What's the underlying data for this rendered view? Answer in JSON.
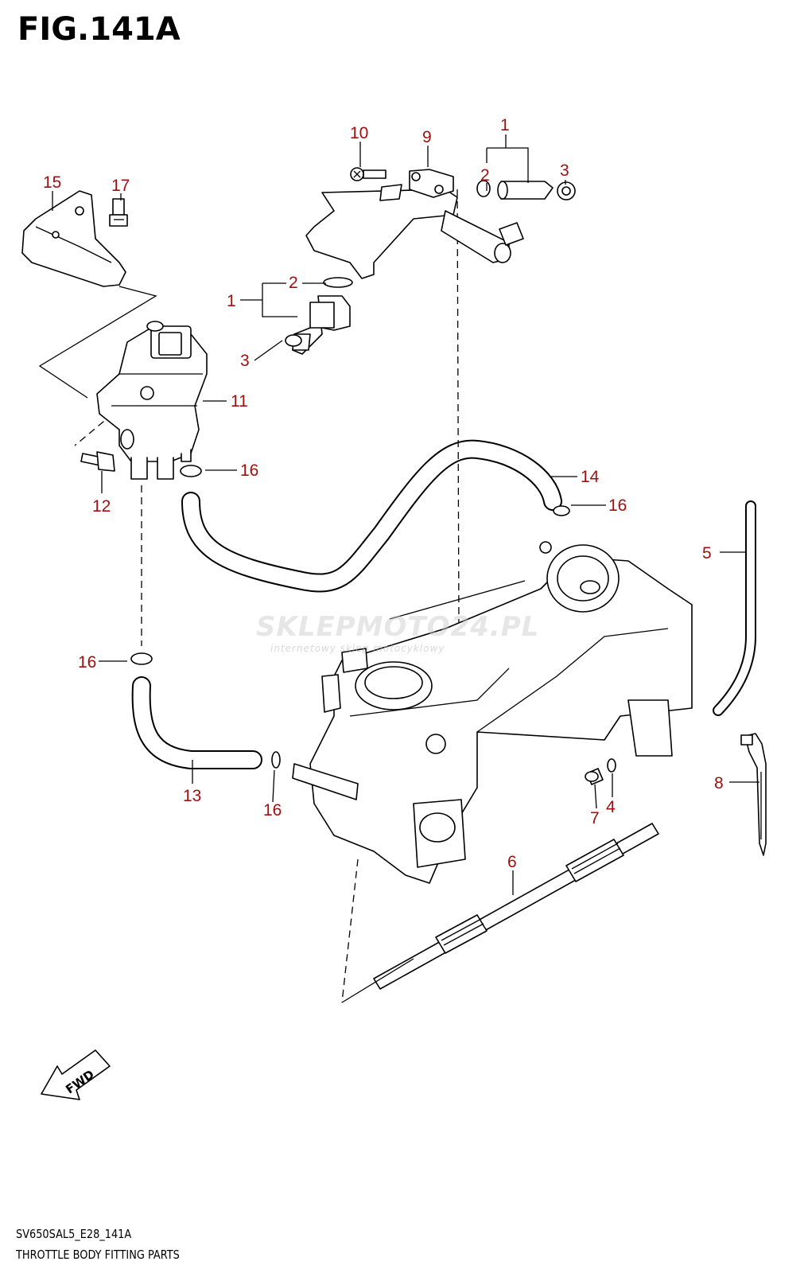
{
  "figure": {
    "title": "FIG.141A"
  },
  "footer": {
    "code": "SV650SAL5_E28_141A",
    "name": "THROTTLE BODY FITTING PARTS"
  },
  "watermark": {
    "brand": "SKLEPMOTO24.PL",
    "tagline": "internetowy sklep motocyklowy"
  },
  "fwd_label": "FWD",
  "callouts": {
    "c1_top": "1",
    "c2_top": "2",
    "c3_top": "3",
    "c9": "9",
    "c10": "10",
    "c15": "15",
    "c17": "17",
    "c1_left": "1",
    "c2_left": "2",
    "c3_left": "3",
    "c11": "11",
    "c16_a": "16",
    "c12": "12",
    "c14": "14",
    "c16_b": "16",
    "c5": "5",
    "c16_c": "16",
    "c13": "13",
    "c16_d": "16",
    "c4": "4",
    "c7": "7",
    "c8": "8",
    "c6": "6"
  },
  "colors": {
    "callout": "#a01010",
    "line": "#000000"
  }
}
